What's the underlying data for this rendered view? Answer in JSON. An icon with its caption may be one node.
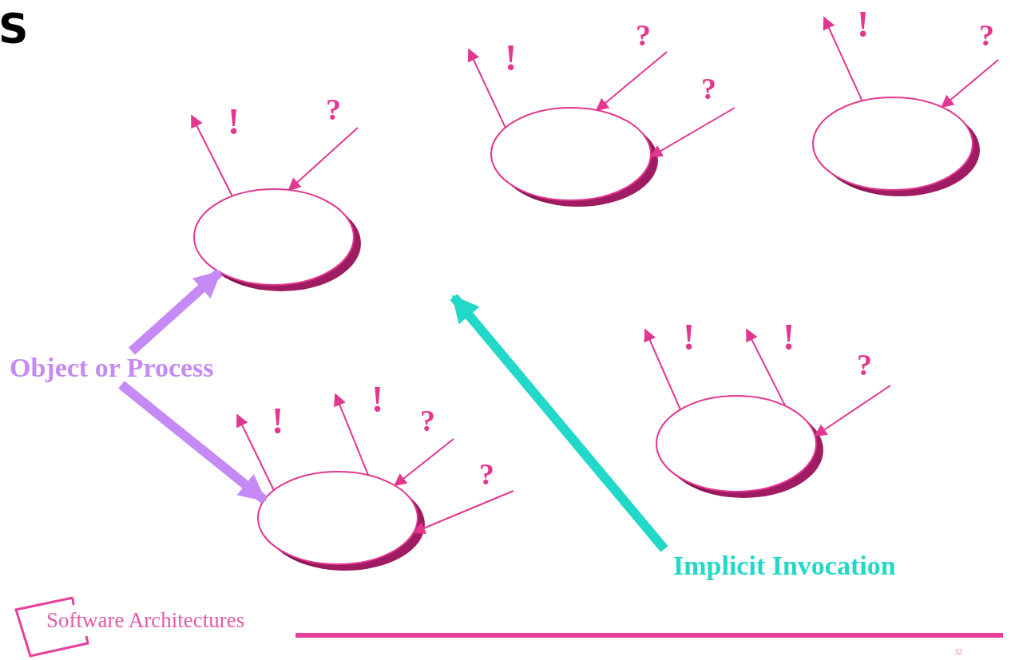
{
  "diagram": {
    "nodes": [
      {
        "text": [
          "Object or Process"
        ]
      },
      {
        "text": [],
        "shape": "ellipse"
      },
      {
        "text": [],
        "shape": "ellipse"
      },
      {
        "text": [],
        "shape": "ellipse"
      },
      {
        "text": [],
        "shape": "ellipse"
      },
      {
        "text": [],
        "shape": "ellipse"
      },
      {
        "text": [
          "Implicit Invocation"
        ]
      }
    ],
    "edges": [
      {
        "from": 0,
        "to": 1,
        "arrow": "to",
        "style": "thick",
        "color": "#c58af5"
      },
      {
        "from": 0,
        "to": 4,
        "arrow": "to",
        "style": "thick",
        "color": "#c58af5"
      },
      {
        "from": 6,
        "to": null,
        "arrow": "to",
        "style": "thick",
        "color": "#22d8c8"
      },
      {
        "from": 1,
        "to": null,
        "arrow": "to",
        "label": "!"
      },
      {
        "from": null,
        "to": 1,
        "arrow": "to",
        "label": "?"
      },
      {
        "from": 2,
        "to": null,
        "arrow": "to",
        "label": "!"
      },
      {
        "from": null,
        "to": 2,
        "arrow": "to",
        "label": "?"
      },
      {
        "from": null,
        "to": 2,
        "arrow": "to",
        "label": "?"
      },
      {
        "from": 3,
        "to": null,
        "arrow": "to",
        "label": "!"
      },
      {
        "from": null,
        "to": 3,
        "arrow": "to",
        "label": "?"
      },
      {
        "from": 4,
        "to": null,
        "arrow": "to",
        "label": "!"
      },
      {
        "from": 4,
        "to": null,
        "arrow": "to",
        "label": "!"
      },
      {
        "from": null,
        "to": 4,
        "arrow": "to",
        "label": "?"
      },
      {
        "from": null,
        "to": 4,
        "arrow": "to",
        "label": "?"
      },
      {
        "from": 5,
        "to": null,
        "arrow": "to",
        "label": "!"
      },
      {
        "from": 5,
        "to": null,
        "arrow": "to",
        "label": "!"
      },
      {
        "from": null,
        "to": 5,
        "arrow": "to",
        "label": "?"
      }
    ],
    "labels": [
      "S",
      "Software Architectures",
      "32"
    ]
  }
}
